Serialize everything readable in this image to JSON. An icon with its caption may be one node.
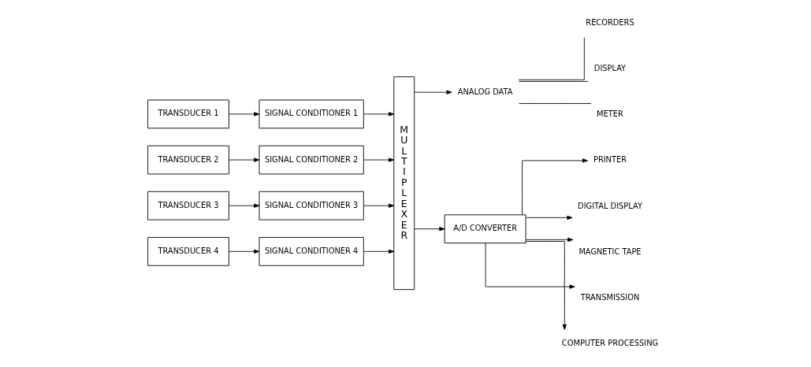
{
  "diagram": {
    "nodes": [
      {
        "text": [
          "TRANSDUCER 1"
        ]
      },
      {
        "text": [
          "SIGNAL CONDITIONER 1"
        ]
      },
      {
        "text": [
          "TRANSDUCER 2"
        ]
      },
      {
        "text": [
          "SIGNAL CONDITIONER 2"
        ]
      },
      {
        "text": [
          "TRANSDUCER 3"
        ]
      },
      {
        "text": [
          "SIGNAL CONDITIONER 3"
        ]
      },
      {
        "text": [
          "TRANSDUCER 4"
        ]
      },
      {
        "text": [
          "SIGNAL CONDITIONER 4"
        ]
      },
      {
        "text": [
          "MULTIPLEXER"
        ]
      },
      {
        "text": [
          "ANALOG DATA"
        ]
      },
      {
        "text": [
          "RECORDERS"
        ]
      },
      {
        "text": [
          "DISPLAY"
        ]
      },
      {
        "text": [
          "METER"
        ]
      },
      {
        "text": [
          "A/D CONVERTER"
        ]
      },
      {
        "text": [
          "PRINTER"
        ]
      },
      {
        "text": [
          "DIGITAL DISPLAY"
        ]
      },
      {
        "text": [
          "MAGNETIC TAPE"
        ]
      },
      {
        "text": [
          "TRANSMISSION"
        ]
      },
      {
        "text": [
          "COMPUTER PROCESSING"
        ]
      }
    ],
    "edges": [
      {
        "from": 0,
        "to": 1,
        "arrow": "to"
      },
      {
        "from": 2,
        "to": 3,
        "arrow": "to"
      },
      {
        "from": 4,
        "to": 5,
        "arrow": "to"
      },
      {
        "from": 6,
        "to": 7,
        "arrow": "to"
      },
      {
        "from": 1,
        "to": 8,
        "arrow": "to"
      },
      {
        "from": 3,
        "to": 8,
        "arrow": "to"
      },
      {
        "from": 5,
        "to": 8,
        "arrow": "to"
      },
      {
        "from": 7,
        "to": 8,
        "arrow": "to"
      },
      {
        "from": 8,
        "to": 9,
        "arrow": "to"
      },
      {
        "from": 8,
        "to": 13,
        "arrow": "to"
      },
      {
        "from": 9,
        "to": 10,
        "arrow": "none"
      },
      {
        "from": 9,
        "to": 11,
        "arrow": "none"
      },
      {
        "from": 9,
        "to": 12,
        "arrow": "none"
      },
      {
        "from": 13,
        "to": 14,
        "arrow": "to"
      },
      {
        "from": 13,
        "to": 15,
        "arrow": "to"
      },
      {
        "from": 13,
        "to": 16,
        "arrow": "to"
      },
      {
        "from": 13,
        "to": 17,
        "arrow": "to"
      },
      {
        "from": 13,
        "to": 18,
        "arrow": "to"
      }
    ]
  }
}
